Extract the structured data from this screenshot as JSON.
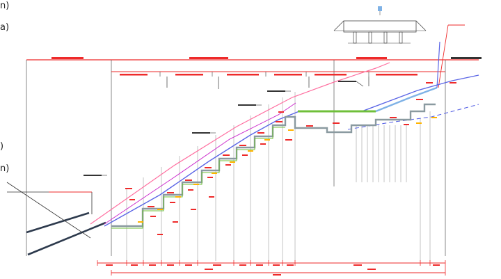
{
  "edge_fragments": [
    "n)",
    "a)",
    ")",
    "n)"
  ],
  "colors": {
    "red": "#ee2a2a",
    "pink": "#ff6fa0",
    "magenta": "#cc2bcc",
    "blue": "#5b66e6",
    "lightblue": "#7fb2e6",
    "green": "#6fbf3a",
    "dark": "#2d3a4d",
    "grey": "#555555",
    "yellow": "#ffb400"
  },
  "section_header": {
    "labels": [
      "",
      "",
      "",
      ""
    ],
    "right_label": ""
  },
  "level_callouts": [
    {
      "label": ""
    },
    {
      "label": ""
    },
    {
      "label": ""
    },
    {
      "label": ""
    },
    {
      "label": ""
    }
  ],
  "cross_section": {
    "label": "",
    "left_value": "",
    "right_value": ""
  },
  "left_values": [
    "",
    "",
    ""
  ],
  "bottom_dimension": {
    "total_label": "",
    "segment_labels": [
      "",
      "",
      "",
      "",
      "",
      "",
      "",
      "",
      "",
      "",
      ""
    ]
  }
}
